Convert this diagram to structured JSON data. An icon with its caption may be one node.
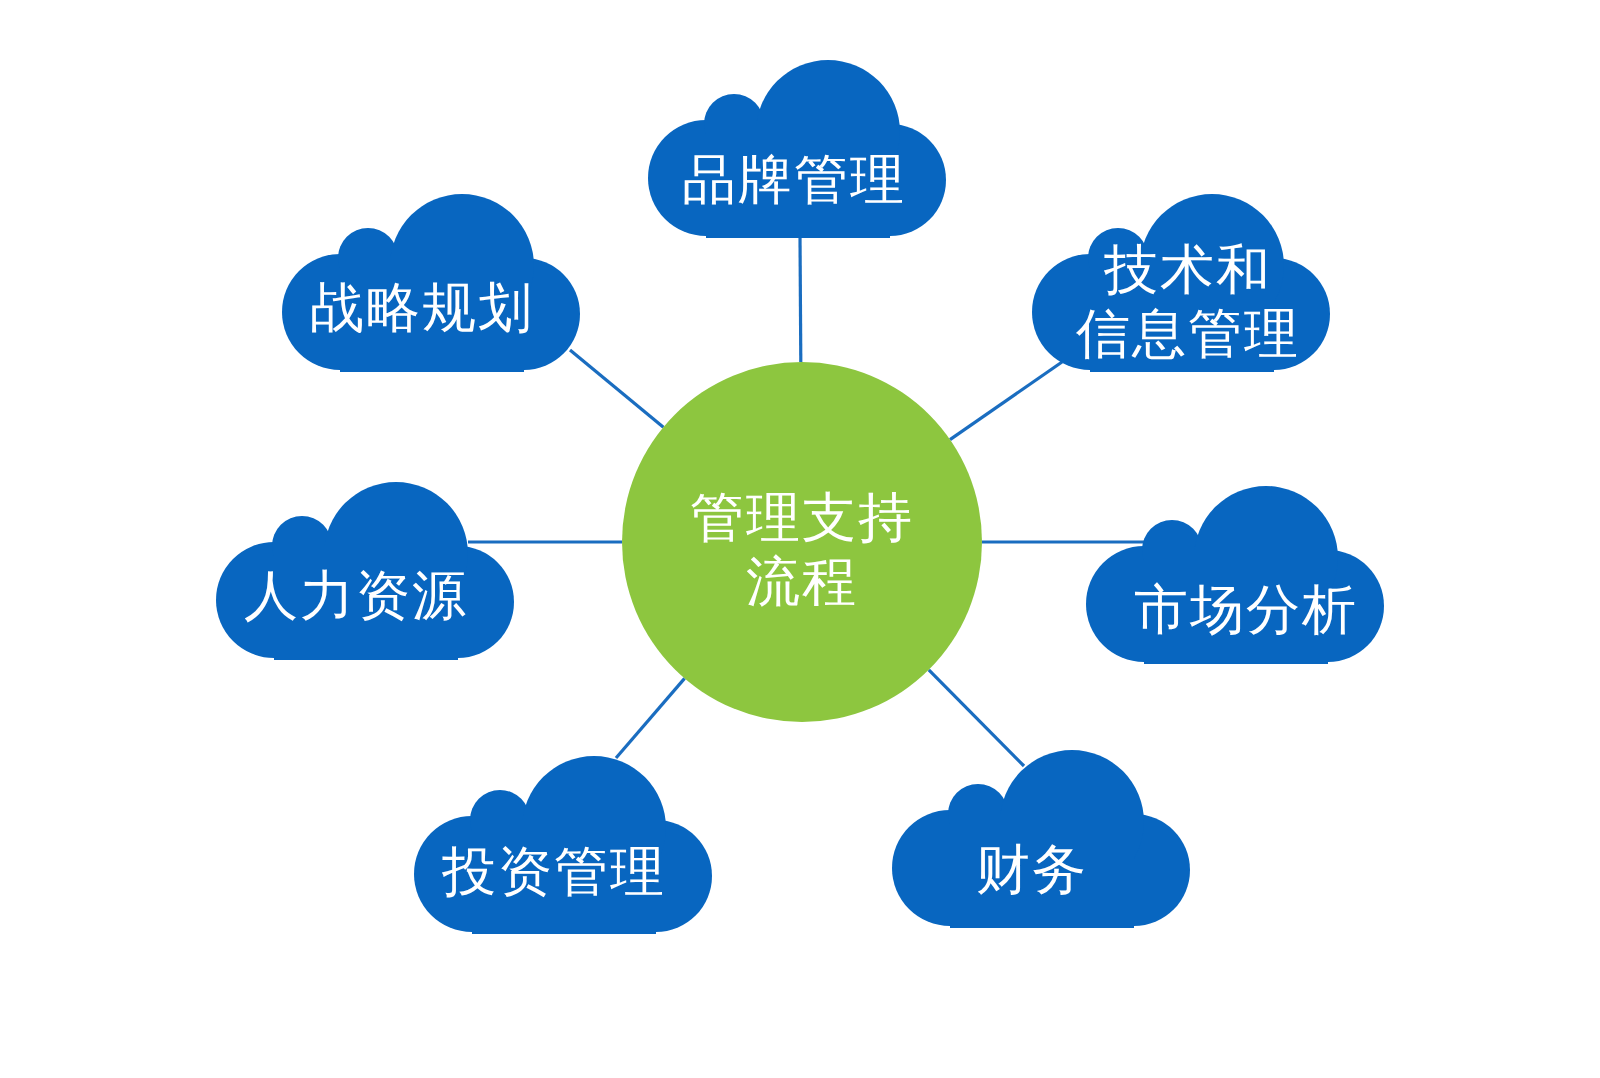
{
  "diagram": {
    "nodes": [
      {
        "text": [
          "品牌管理"
        ]
      },
      {
        "text": [
          "战略规划"
        ]
      },
      {
        "text": [
          "技术和信息管理"
        ]
      },
      {
        "text": [
          "管理支持流程"
        ]
      },
      {
        "text": [
          "人力资源"
        ]
      },
      {
        "text": [
          "市场分析"
        ]
      },
      {
        "text": [
          "投资管理"
        ]
      },
      {
        "text": [
          "财务"
        ]
      }
    ],
    "edges": [
      {
        "from": 3,
        "to": 0,
        "arrow": "none"
      },
      {
        "from": 3,
        "to": 1,
        "arrow": "none"
      },
      {
        "from": 3,
        "to": 2,
        "arrow": "none"
      },
      {
        "from": 3,
        "to": 4,
        "arrow": "none"
      },
      {
        "from": 3,
        "to": 5,
        "arrow": "none"
      },
      {
        "from": 3,
        "to": 6,
        "arrow": "none"
      },
      {
        "from": 3,
        "to": 7,
        "arrow": "none"
      }
    ]
  }
}
